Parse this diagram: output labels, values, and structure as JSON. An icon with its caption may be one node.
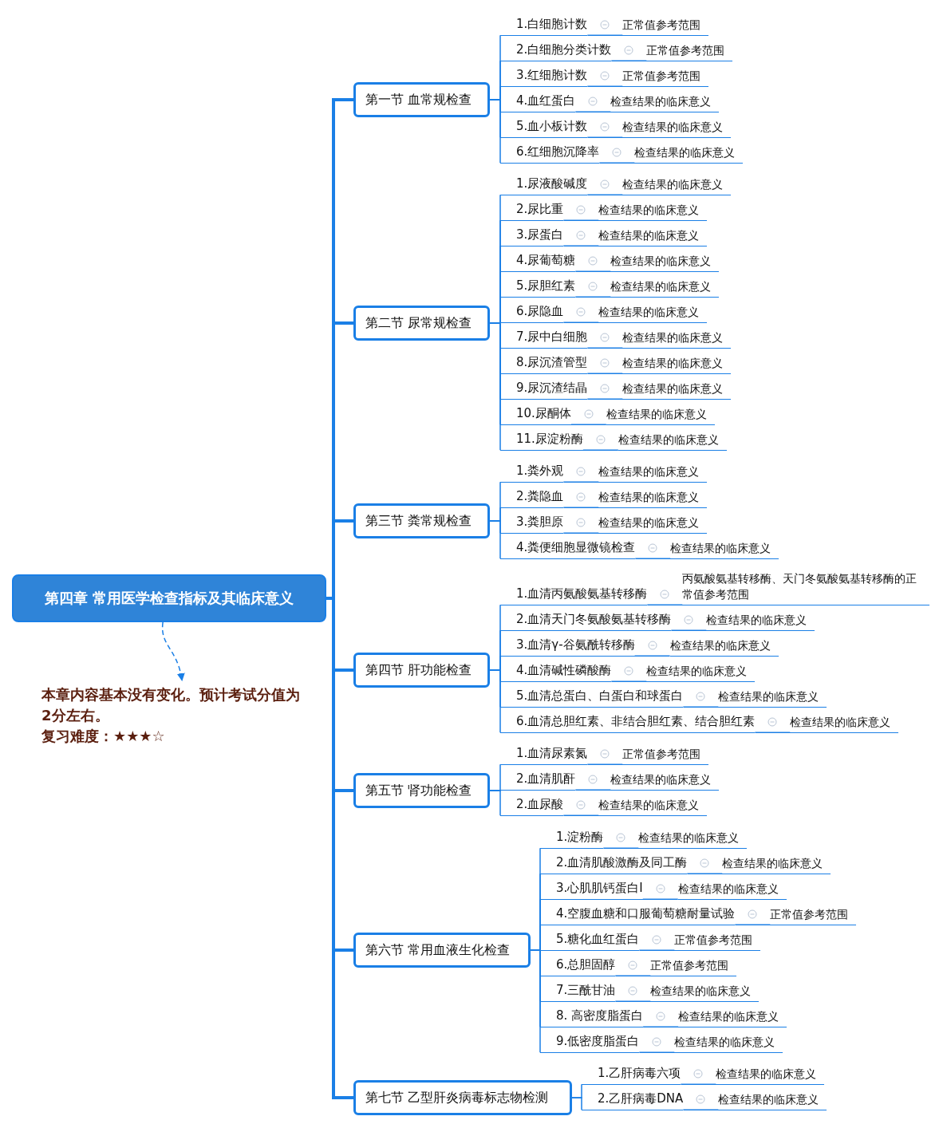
{
  "diagram": {
    "nodes": [
      {
        "text": [
          "第四章 常用医学检查指标及其临床意义"
        ]
      },
      {
        "text": [
          "本章内容基本没有变化。预计考试分值为2分左右。",
          "复习难度：★★★☆"
        ]
      },
      {
        "text": [
          "第一节 血常规检查"
        ]
      },
      {
        "text": [
          "1.白细胞计数"
        ]
      },
      {
        "text": [
          "正常值参考范围"
        ]
      },
      {
        "text": [
          "2.白细胞分类计数"
        ]
      },
      {
        "text": [
          "正常值参考范围"
        ]
      },
      {
        "text": [
          "3.红细胞计数"
        ]
      },
      {
        "text": [
          "正常值参考范围"
        ]
      },
      {
        "text": [
          "4.血红蛋白"
        ]
      },
      {
        "text": [
          "检查结果的临床意义"
        ]
      },
      {
        "text": [
          "5.血小板计数"
        ]
      },
      {
        "text": [
          "检查结果的临床意义"
        ]
      },
      {
        "text": [
          "6.红细胞沉降率"
        ]
      },
      {
        "text": [
          "检查结果的临床意义"
        ]
      },
      {
        "text": [
          "第二节 尿常规检查"
        ]
      },
      {
        "text": [
          "1.尿液酸碱度"
        ]
      },
      {
        "text": [
          "检查结果的临床意义"
        ]
      },
      {
        "text": [
          "2.尿比重"
        ]
      },
      {
        "text": [
          "检查结果的临床意义"
        ]
      },
      {
        "text": [
          "3.尿蛋白"
        ]
      },
      {
        "text": [
          "检查结果的临床意义"
        ]
      },
      {
        "text": [
          "4.尿葡萄糖"
        ]
      },
      {
        "text": [
          "检查结果的临床意义"
        ]
      },
      {
        "text": [
          "5.尿胆红素"
        ]
      },
      {
        "text": [
          "检查结果的临床意义"
        ]
      },
      {
        "text": [
          "6.尿隐血"
        ]
      },
      {
        "text": [
          "检查结果的临床意义"
        ]
      },
      {
        "text": [
          "7.尿中白细胞"
        ]
      },
      {
        "text": [
          "检查结果的临床意义"
        ]
      },
      {
        "text": [
          "8.尿沉渣管型"
        ]
      },
      {
        "text": [
          "检查结果的临床意义"
        ]
      },
      {
        "text": [
          "9.尿沉渣结晶"
        ]
      },
      {
        "text": [
          "检查结果的临床意义"
        ]
      },
      {
        "text": [
          "10.尿酮体"
        ]
      },
      {
        "text": [
          "检查结果的临床意义"
        ]
      },
      {
        "text": [
          "11.尿淀粉酶"
        ]
      },
      {
        "text": [
          "检查结果的临床意义"
        ]
      },
      {
        "text": [
          "第三节 粪常规检查"
        ]
      },
      {
        "text": [
          "1.粪外观"
        ]
      },
      {
        "text": [
          "检查结果的临床意义"
        ]
      },
      {
        "text": [
          "2.粪隐血"
        ]
      },
      {
        "text": [
          "检查结果的临床意义"
        ]
      },
      {
        "text": [
          "3.粪胆原"
        ]
      },
      {
        "text": [
          "检查结果的临床意义"
        ]
      },
      {
        "text": [
          "4.粪便细胞显微镜检查"
        ]
      },
      {
        "text": [
          "检查结果的临床意义"
        ]
      },
      {
        "text": [
          "第四节 肝功能检查"
        ]
      },
      {
        "text": [
          "1.血清丙氨酸氨基转移酶"
        ]
      },
      {
        "text": [
          "丙氨酸氨基转移酶、天门冬氨酸氨基转移酶的正常值参考范围"
        ]
      },
      {
        "text": [
          "2.血清天门冬氨酸氨基转移酶"
        ]
      },
      {
        "text": [
          "检查结果的临床意义"
        ]
      },
      {
        "text": [
          "3.血清γ-谷氨酰转移酶"
        ]
      },
      {
        "text": [
          "检查结果的临床意义"
        ]
      },
      {
        "text": [
          "4.血清碱性磷酸酶"
        ]
      },
      {
        "text": [
          "检查结果的临床意义"
        ]
      },
      {
        "text": [
          "5.血清总蛋白、白蛋白和球蛋白"
        ]
      },
      {
        "text": [
          "检查结果的临床意义"
        ]
      },
      {
        "text": [
          "6.血清总胆红素、非结合胆红素、结合胆红素"
        ]
      },
      {
        "text": [
          "检查结果的临床意义"
        ]
      },
      {
        "text": [
          "第五节 肾功能检查"
        ]
      },
      {
        "text": [
          "1.血清尿素氮"
        ]
      },
      {
        "text": [
          "正常值参考范围"
        ]
      },
      {
        "text": [
          "2.血清肌酐"
        ]
      },
      {
        "text": [
          "检查结果的临床意义"
        ]
      },
      {
        "text": [
          "2.血尿酸"
        ]
      },
      {
        "text": [
          "检查结果的临床意义"
        ]
      },
      {
        "text": [
          "第六节 常用血液生化检查"
        ]
      },
      {
        "text": [
          "1.淀粉酶"
        ]
      },
      {
        "text": [
          "检查结果的临床意义"
        ]
      },
      {
        "text": [
          "2.血清肌酸激酶及同工酶"
        ]
      },
      {
        "text": [
          "检查结果的临床意义"
        ]
      },
      {
        "text": [
          "3.心肌肌钙蛋白I"
        ]
      },
      {
        "text": [
          "检查结果的临床意义"
        ]
      },
      {
        "text": [
          "4.空腹血糖和口服葡萄糖耐量试验"
        ]
      },
      {
        "text": [
          "正常值参考范围"
        ]
      },
      {
        "text": [
          "5.糖化血红蛋白"
        ]
      },
      {
        "text": [
          "正常值参考范围"
        ]
      },
      {
        "text": [
          "6.总胆固醇"
        ]
      },
      {
        "text": [
          "正常值参考范围"
        ]
      },
      {
        "text": [
          "7.三酰甘油"
        ]
      },
      {
        "text": [
          "检查结果的临床意义"
        ]
      },
      {
        "text": [
          "8. 高密度脂蛋白"
        ]
      },
      {
        "text": [
          "检查结果的临床意义"
        ]
      },
      {
        "text": [
          "9.低密度脂蛋白"
        ]
      },
      {
        "text": [
          "检查结果的临床意义"
        ]
      },
      {
        "text": [
          "第七节 乙型肝炎病毒标志物检测"
        ]
      },
      {
        "text": [
          "1.乙肝病毒六项"
        ]
      },
      {
        "text": [
          "检查结果的临床意义"
        ]
      },
      {
        "text": [
          "2.乙肝病毒DNA"
        ]
      },
      {
        "text": [
          "检查结果的临床意义"
        ]
      }
    ],
    "edges": [
      {
        "from": 0,
        "to": 1,
        "arrow": "to",
        "style": "dashed"
      },
      {
        "from": 0,
        "to": 2,
        "arrow": "none",
        "style": "thick"
      },
      {
        "from": 0,
        "to": 15,
        "arrow": "none",
        "style": "thick"
      },
      {
        "from": 0,
        "to": 38,
        "arrow": "none",
        "style": "thick"
      },
      {
        "from": 0,
        "to": 47,
        "arrow": "none",
        "style": "thick"
      },
      {
        "from": 0,
        "to": 60,
        "arrow": "none",
        "style": "thick"
      },
      {
        "from": 0,
        "to": 67,
        "arrow": "none",
        "style": "thick"
      },
      {
        "from": 0,
        "to": 86,
        "arrow": "none",
        "style": "thick"
      },
      {
        "from": 2,
        "to": 3,
        "arrow": "none"
      },
      {
        "from": 2,
        "to": 5,
        "arrow": "none"
      },
      {
        "from": 2,
        "to": 7,
        "arrow": "none"
      },
      {
        "from": 2,
        "to": 9,
        "arrow": "none"
      },
      {
        "from": 2,
        "to": 11,
        "arrow": "none"
      },
      {
        "from": 2,
        "to": 13,
        "arrow": "none"
      },
      {
        "from": 3,
        "to": 4,
        "arrow": "none"
      },
      {
        "from": 5,
        "to": 6,
        "arrow": "none"
      },
      {
        "from": 7,
        "to": 8,
        "arrow": "none"
      },
      {
        "from": 9,
        "to": 10,
        "arrow": "none"
      },
      {
        "from": 11,
        "to": 12,
        "arrow": "none"
      },
      {
        "from": 13,
        "to": 14,
        "arrow": "none"
      },
      {
        "from": 15,
        "to": 16,
        "arrow": "none"
      },
      {
        "from": 15,
        "to": 18,
        "arrow": "none"
      },
      {
        "from": 15,
        "to": 20,
        "arrow": "none"
      },
      {
        "from": 15,
        "to": 22,
        "arrow": "none"
      },
      {
        "from": 15,
        "to": 24,
        "arrow": "none"
      },
      {
        "from": 15,
        "to": 26,
        "arrow": "none"
      },
      {
        "from": 15,
        "to": 28,
        "arrow": "none"
      },
      {
        "from": 15,
        "to": 30,
        "arrow": "none"
      },
      {
        "from": 15,
        "to": 32,
        "arrow": "none"
      },
      {
        "from": 15,
        "to": 34,
        "arrow": "none"
      },
      {
        "from": 15,
        "to": 36,
        "arrow": "none"
      },
      {
        "from": 16,
        "to": 17,
        "arrow": "none"
      },
      {
        "from": 18,
        "to": 19,
        "arrow": "none"
      },
      {
        "from": 20,
        "to": 21,
        "arrow": "none"
      },
      {
        "from": 22,
        "to": 23,
        "arrow": "none"
      },
      {
        "from": 24,
        "to": 25,
        "arrow": "none"
      },
      {
        "from": 26,
        "to": 27,
        "arrow": "none"
      },
      {
        "from": 28,
        "to": 29,
        "arrow": "none"
      },
      {
        "from": 30,
        "to": 31,
        "arrow": "none"
      },
      {
        "from": 32,
        "to": 33,
        "arrow": "none"
      },
      {
        "from": 34,
        "to": 35,
        "arrow": "none"
      },
      {
        "from": 36,
        "to": 37,
        "arrow": "none"
      },
      {
        "from": 38,
        "to": 39,
        "arrow": "none"
      },
      {
        "from": 38,
        "to": 41,
        "arrow": "none"
      },
      {
        "from": 38,
        "to": 43,
        "arrow": "none"
      },
      {
        "from": 38,
        "to": 45,
        "arrow": "none"
      },
      {
        "from": 39,
        "to": 40,
        "arrow": "none"
      },
      {
        "from": 41,
        "to": 42,
        "arrow": "none"
      },
      {
        "from": 43,
        "to": 44,
        "arrow": "none"
      },
      {
        "from": 45,
        "to": 46,
        "arrow": "none"
      },
      {
        "from": 47,
        "to": 48,
        "arrow": "none"
      },
      {
        "from": 47,
        "to": 50,
        "arrow": "none"
      },
      {
        "from": 47,
        "to": 52,
        "arrow": "none"
      },
      {
        "from": 47,
        "to": 54,
        "arrow": "none"
      },
      {
        "from": 47,
        "to": 56,
        "arrow": "none"
      },
      {
        "from": 47,
        "to": 58,
        "arrow": "none"
      },
      {
        "from": 48,
        "to": 49,
        "arrow": "none"
      },
      {
        "from": 50,
        "to": 51,
        "arrow": "none"
      },
      {
        "from": 52,
        "to": 53,
        "arrow": "none"
      },
      {
        "from": 54,
        "to": 55,
        "arrow": "none"
      },
      {
        "from": 56,
        "to": 57,
        "arrow": "none"
      },
      {
        "from": 58,
        "to": 59,
        "arrow": "none"
      },
      {
        "from": 60,
        "to": 61,
        "arrow": "none"
      },
      {
        "from": 60,
        "to": 63,
        "arrow": "none"
      },
      {
        "from": 60,
        "to": 65,
        "arrow": "none"
      },
      {
        "from": 61,
        "to": 62,
        "arrow": "none"
      },
      {
        "from": 63,
        "to": 64,
        "arrow": "none"
      },
      {
        "from": 65,
        "to": 66,
        "arrow": "none"
      },
      {
        "from": 67,
        "to": 68,
        "arrow": "none"
      },
      {
        "from": 67,
        "to": 70,
        "arrow": "none"
      },
      {
        "from": 67,
        "to": 72,
        "arrow": "none"
      },
      {
        "from": 67,
        "to": 74,
        "arrow": "none"
      },
      {
        "from": 67,
        "to": 76,
        "arrow": "none"
      },
      {
        "from": 67,
        "to": 78,
        "arrow": "none"
      },
      {
        "from": 67,
        "to": 80,
        "arrow": "none"
      },
      {
        "from": 67,
        "to": 82,
        "arrow": "none"
      },
      {
        "from": 67,
        "to": 84,
        "arrow": "none"
      },
      {
        "from": 68,
        "to": 69,
        "arrow": "none"
      },
      {
        "from": 70,
        "to": 71,
        "arrow": "none"
      },
      {
        "from": 72,
        "to": 73,
        "arrow": "none"
      },
      {
        "from": 74,
        "to": 75,
        "arrow": "none"
      },
      {
        "from": 76,
        "to": 77,
        "arrow": "none"
      },
      {
        "from": 78,
        "to": 79,
        "arrow": "none"
      },
      {
        "from": 80,
        "to": 81,
        "arrow": "none"
      },
      {
        "from": 82,
        "to": 83,
        "arrow": "none"
      },
      {
        "from": 84,
        "to": 85,
        "arrow": "none"
      },
      {
        "from": 86,
        "to": 87,
        "arrow": "none"
      },
      {
        "from": 86,
        "to": 89,
        "arrow": "none"
      },
      {
        "from": 87,
        "to": 88,
        "arrow": "none"
      },
      {
        "from": 89,
        "to": 90,
        "arrow": "none"
      }
    ]
  }
}
